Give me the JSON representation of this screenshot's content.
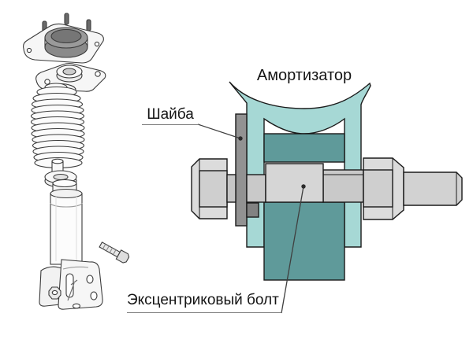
{
  "diagram": {
    "labels": {
      "shock_absorber": "Амортизатор",
      "washer": "Шайба",
      "eccentric_bolt": "Эксцентриковый болт"
    },
    "colors": {
      "background": "#ffffff",
      "bracket_fill": "#a6d8d5",
      "bushing_fill": "#5f9a9a",
      "washer_fill": "#929292",
      "washer_foot_fill": "#828282",
      "metal_fill": "#d6d6d6",
      "metal_mid_fill": "#cfcfcf",
      "metal_dark_fill": "#c9c9c9",
      "outline": "#1b1b1b",
      "leader_line": "#3f3f3f",
      "line_art_stroke": "#3c3c3c"
    },
    "parts": [
      "strut-assembly-line-art",
      "shock-absorber-fork-bracket",
      "washer-plate",
      "eccentric-bolt",
      "bushing",
      "nut",
      "threaded-end"
    ]
  }
}
